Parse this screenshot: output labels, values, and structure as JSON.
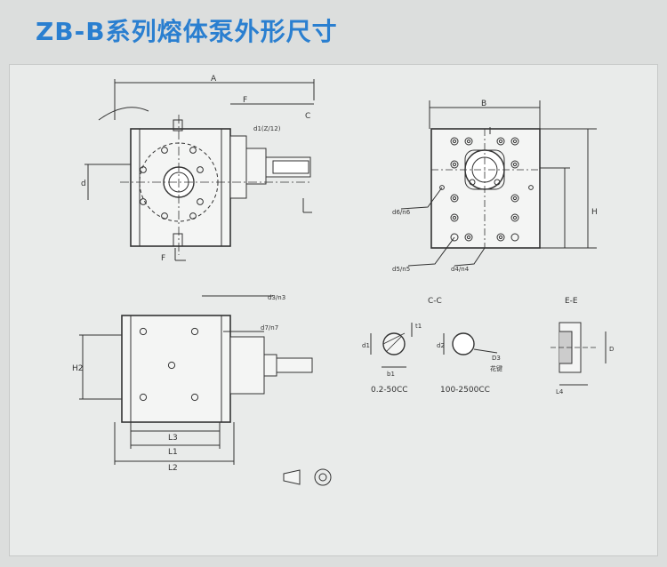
{
  "title": "ZB-B系列熔体泵外形尺寸",
  "labels": {
    "A": "A",
    "F_top": "F",
    "d1": "d1(Z/12)",
    "d": "d",
    "C": "C",
    "F_bottom": "F",
    "B": "B",
    "H": "H",
    "d6": "d6/n6",
    "d5": "d5/n5",
    "d4": "d4/n4",
    "d3": "d3/n3",
    "d7": "d7/n7",
    "H2": "H2",
    "L3": "L3",
    "L1": "L1",
    "L2": "L2",
    "section_cc": "C-C",
    "section_ee": "E-E",
    "t1": "t1",
    "d1_small": "d1",
    "d2_small": "d2",
    "b1": "b1",
    "d8": "D3",
    "keyway": "花键",
    "range1": "0.2-50CC",
    "range2": "100-2500CC",
    "D": "D",
    "L4": "L4"
  }
}
